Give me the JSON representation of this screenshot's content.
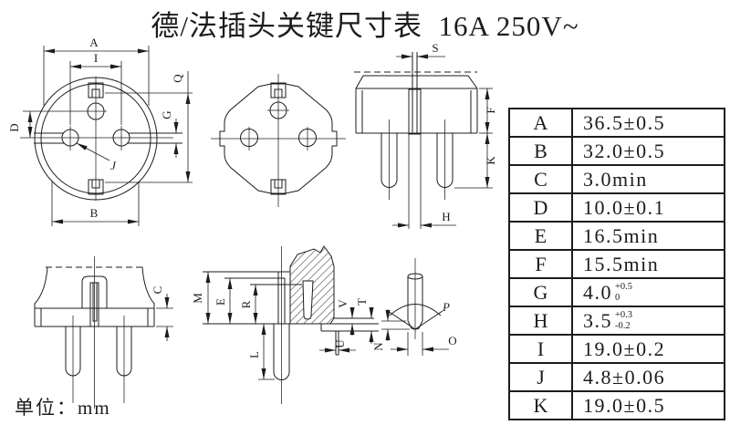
{
  "title": "德/法插头关键尺寸表  16A 250V~",
  "unit_label": "单位：mm",
  "dimension_table": {
    "rows": [
      {
        "letter": "A",
        "value": "36.5±0.5"
      },
      {
        "letter": "B",
        "value": "32.0±0.5"
      },
      {
        "letter": "C",
        "value": "3.0min"
      },
      {
        "letter": "D",
        "value": "10.0±0.1"
      },
      {
        "letter": "E",
        "value": "16.5min"
      },
      {
        "letter": "F",
        "value": "15.5min"
      },
      {
        "letter": "G",
        "value": "4.0",
        "tol_upper": "+0.5",
        "tol_lower": "0"
      },
      {
        "letter": "H",
        "value": "3.5",
        "tol_upper": "+0.3",
        "tol_lower": "-0.2"
      },
      {
        "letter": "I",
        "value": "19.0±0.2"
      },
      {
        "letter": "J",
        "value": "4.8±0.06"
      },
      {
        "letter": "K",
        "value": "19.0±0.5"
      }
    ]
  },
  "dim_labels": {
    "A": "A",
    "B": "B",
    "C": "C",
    "D": "D",
    "E": "E",
    "F": "F",
    "G": "G",
    "H": "H",
    "I": "I",
    "J": "J",
    "K": "K",
    "L": "L",
    "M": "M",
    "N": "N",
    "O": "O",
    "P": "P",
    "Q": "Q",
    "R": "R",
    "S": "S",
    "T": "T",
    "U": "U",
    "V": "V"
  },
  "colors": {
    "line": "#1c1c1c",
    "background": "#ffffff"
  }
}
